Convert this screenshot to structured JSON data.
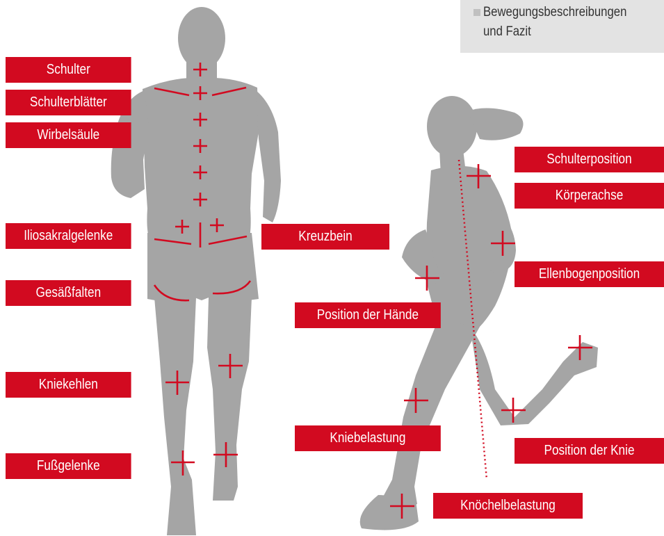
{
  "info_box": {
    "text": "Bewegungsbeschreibungen und Fazit"
  },
  "labels": {
    "schulter": "Schulter",
    "schulterblaetter": "Schulterblätter",
    "wirbelsaeule": "Wirbelsäule",
    "iliosakralgelenke": "Iliosakralgelenke",
    "kreuzbein": "Kreuzbein",
    "gesaessfalten": "Gesäßfalten",
    "kniekehlen": "Kniekehlen",
    "fussgelenke": "Fußgelenke",
    "schulterposition": "Schulterposition",
    "koerperachse": "Körperachse",
    "ellenbogenposition": "Ellenbogenposition",
    "position_haende": "Position der Hände",
    "kniebelastung": "Kniebelastung",
    "position_knie": "Position der Knie",
    "knoechelbelastung": "Knöchelbelastung"
  },
  "colors": {
    "accent": "#d20a20",
    "silhouette": "#a4a4a4",
    "info_bg": "#e3e3e3"
  }
}
